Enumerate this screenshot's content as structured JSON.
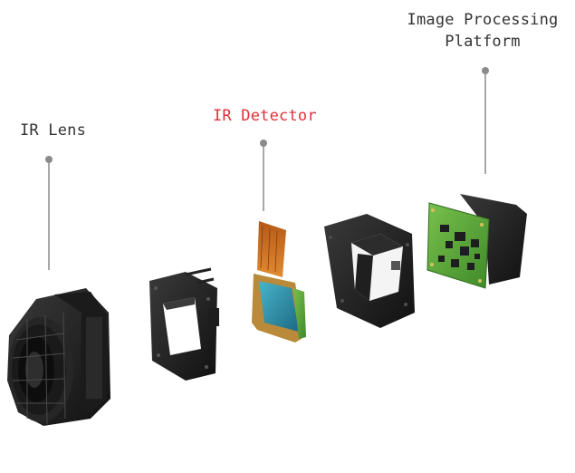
{
  "labels": {
    "ir_lens": "IR Lens",
    "ir_detector": "IR Detector",
    "image_processing_line1": "Image Processing",
    "image_processing_line2": "Platform"
  },
  "colors": {
    "label_text": "#333333",
    "highlight_text": "#e0303a",
    "callout": "#8a8a8a",
    "board_green": "#5fa83a",
    "sensor_blue": "#2f8fa8",
    "flex_orange": "#c86a20",
    "housing_black": "#222222"
  },
  "parts": [
    {
      "name": "ir-lens-icon"
    },
    {
      "name": "front-bracket-icon"
    },
    {
      "name": "ir-detector-icon"
    },
    {
      "name": "rear-housing-icon"
    },
    {
      "name": "processing-board-icon"
    }
  ]
}
